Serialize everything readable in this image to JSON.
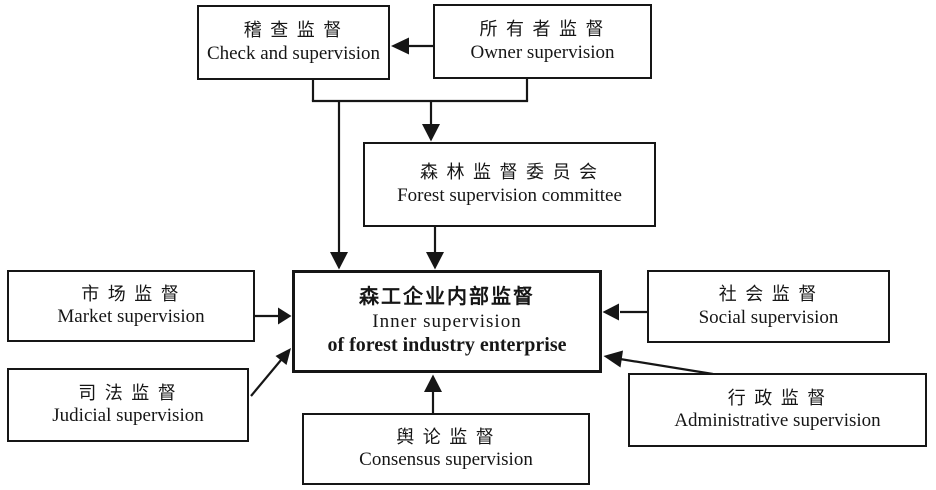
{
  "diagram": {
    "title_hint": "Supervision structure of forest industry enterprise",
    "colors": {
      "line": "#161616",
      "text": "#161616",
      "background": "#ffffff"
    },
    "boxes": {
      "check": {
        "cn": "稽 查 监 督",
        "en": "Check and supervision"
      },
      "owner": {
        "cn": "所 有 者 监 督",
        "en": "Owner supervision"
      },
      "committee": {
        "cn": "森 林 监 督 委 员 会",
        "en": "Forest supervision committee"
      },
      "central": {
        "cn": "森工企业内部监督",
        "en_line1": "Inner supervision",
        "en_line2": "of forest industry enterprise"
      },
      "market": {
        "cn": "市 场 监 督",
        "en": "Market supervision"
      },
      "judicial": {
        "cn": "司 法 监 督",
        "en": "Judicial supervision"
      },
      "consensus": {
        "cn": "舆 论 监 督",
        "en": "Consensus supervision"
      },
      "social": {
        "cn": "社 会 监 督",
        "en": "Social supervision"
      },
      "admin": {
        "cn": "行 政 监 督",
        "en": "Administrative supervision"
      }
    },
    "edges": [
      {
        "from": "owner",
        "to": "check"
      },
      {
        "from": "check",
        "to": "central"
      },
      {
        "from": "owner+check",
        "to": "committee"
      },
      {
        "from": "committee",
        "to": "central"
      },
      {
        "from": "market",
        "to": "central"
      },
      {
        "from": "judicial",
        "to": "central"
      },
      {
        "from": "consensus",
        "to": "central"
      },
      {
        "from": "social",
        "to": "central"
      },
      {
        "from": "admin",
        "to": "central"
      }
    ]
  }
}
